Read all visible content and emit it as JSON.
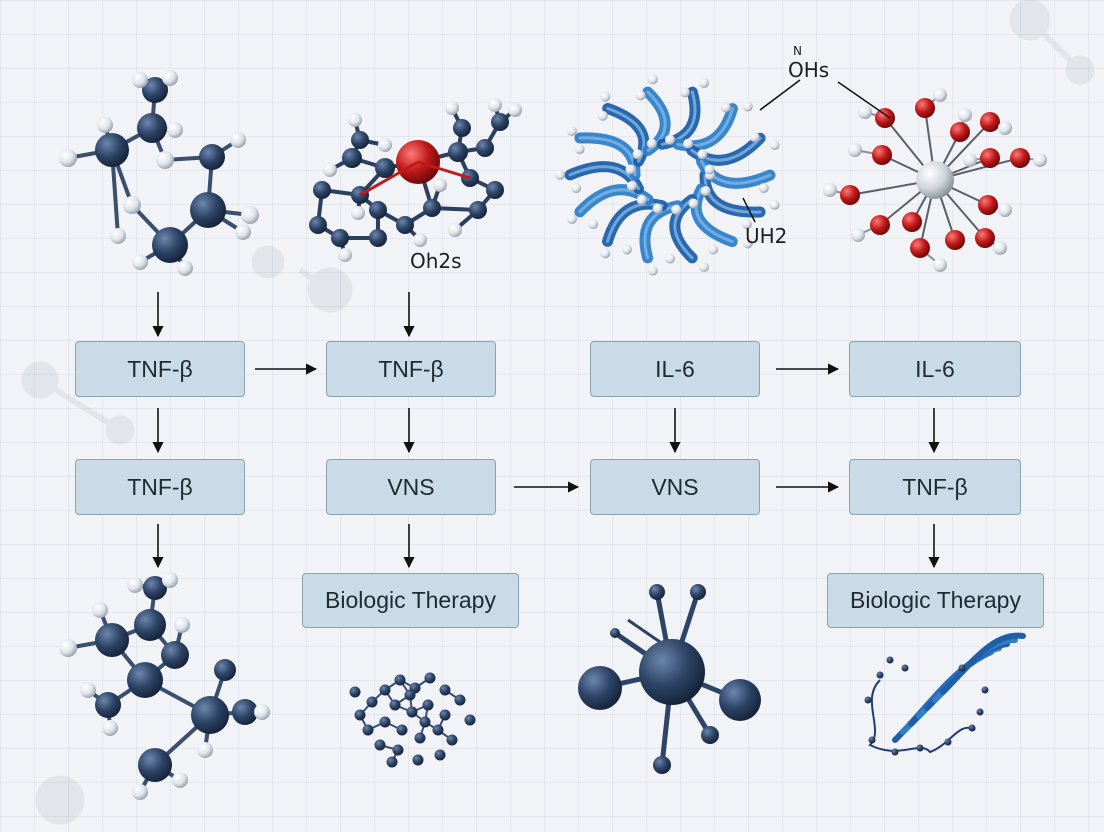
{
  "nodes": {
    "r1c1": "TNF-β",
    "r1c2": "TNF-β",
    "r1c3": "IL-6",
    "r1c4": "IL-6",
    "r2c1": "TNF-β",
    "r2c2": "VNS",
    "r2c3": "VNS",
    "r2c4": "TNF-β",
    "r3c2": "Biologic Therapy",
    "r3c4": "Biologic Therapy"
  },
  "molecule_labels": {
    "ohs": "OHs",
    "ohs_superscript": "N",
    "oh2s": "Oh2s",
    "uh2": "UH2"
  },
  "colors": {
    "box_fill": "#c9dbe6",
    "box_border": "#8aa3b3",
    "atom_dark_blue": "#2d4466",
    "atom_white": "#e8ecf0",
    "atom_red": "#c01a1a",
    "protein_blue": "#2f7fc8",
    "arrow": "#111111"
  }
}
